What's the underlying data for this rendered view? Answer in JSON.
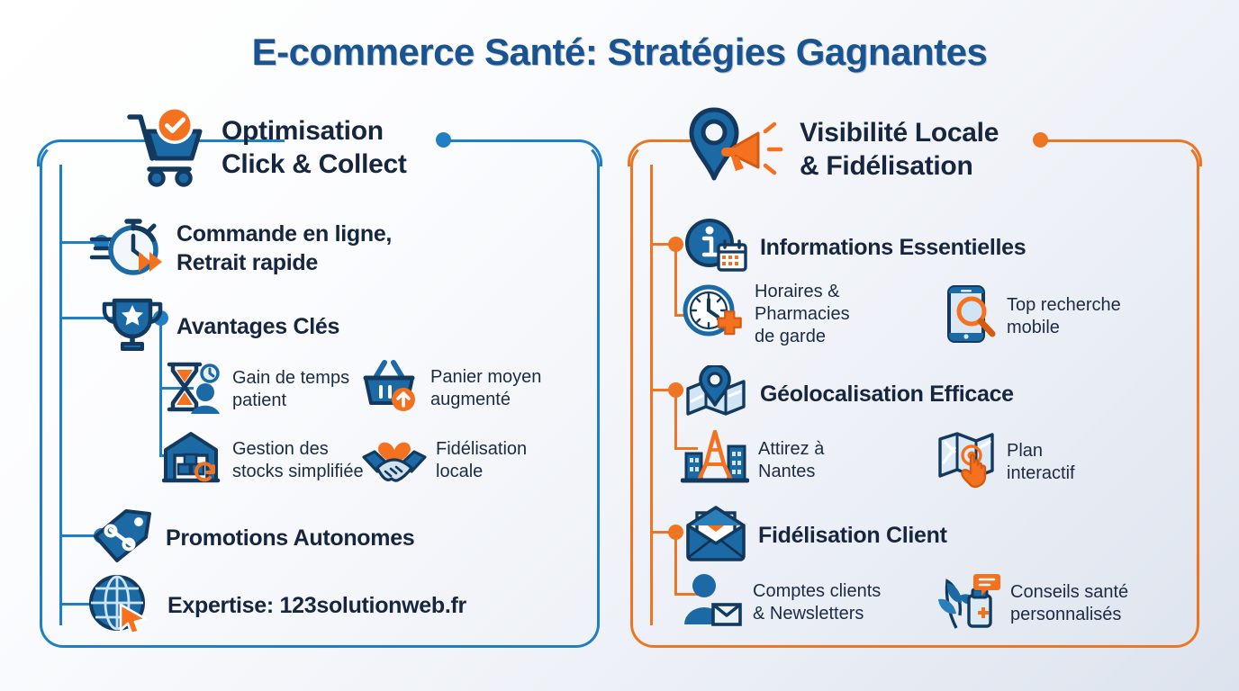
{
  "title": "E-commerce Santé: Stratégies Gagnantes",
  "colors": {
    "blue_accent": "#1f7fc4",
    "orange_accent": "#ee7623",
    "title_blue": "#1a5490",
    "heading_navy": "#16263f",
    "icon_blue": "#1b6aa5",
    "icon_navy": "#133a5e"
  },
  "panels": [
    {
      "id": "left",
      "accent": "#1f7fc4",
      "header": {
        "label": "Optimisation\nClick & Collect",
        "line1": "Optimisation",
        "line2": "Click & Collect",
        "icon": "shopping-cart-check-icon"
      },
      "items": [
        {
          "label": "Commande en ligne,\nRetrait rapide",
          "line1": "Commande en ligne,",
          "line2": "Retrait rapide",
          "icon": "stopwatch-fast-icon",
          "subitems": []
        },
        {
          "label": "Avantages Clés",
          "line1": "Avantages Clés",
          "line2": "",
          "icon": "trophy-star-icon",
          "subitems": [
            {
              "line1": "Gain de temps",
              "line2": "patient",
              "icon": "hourglass-patient-icon"
            },
            {
              "line1": "Panier moyen",
              "line2": "augmenté",
              "icon": "basket-up-arrow-icon"
            },
            {
              "line1": "Gestion des",
              "line2": "stocks simplifiée",
              "icon": "warehouse-refresh-icon"
            },
            {
              "line1": "Fidélisation",
              "line2": "locale",
              "icon": "handshake-heart-icon"
            }
          ]
        },
        {
          "label": "Promotions Autonomes",
          "line1": "Promotions Autonomes",
          "line2": "",
          "icon": "price-tag-percent-icon",
          "subitems": []
        },
        {
          "label": "Expertise: 123solutionweb.fr",
          "line1": "Expertise: 123solutionweb.fr",
          "line2": "",
          "icon": "globe-cursor-icon",
          "subitems": []
        }
      ]
    },
    {
      "id": "right",
      "accent": "#ee7623",
      "header": {
        "label": "Visibilité Locale\n& Fidélisation",
        "line1": "Visibilité Locale",
        "line2": "& Fidélisation",
        "icon": "map-pin-megaphone-icon"
      },
      "items": [
        {
          "label": "Informations Essentielles",
          "line1": "Informations Essentielles",
          "line2": "",
          "icon": "info-calendar-icon",
          "subitems": [
            {
              "line1": "Horaires &",
              "line2": "Pharmacies",
              "line3": "de garde",
              "icon": "clock-pharmacy-cross-icon"
            },
            {
              "line1": "Top recherche",
              "line2": "mobile",
              "icon": "mobile-search-icon"
            }
          ]
        },
        {
          "label": "Géolocalisation Efficace",
          "line1": "Géolocalisation Efficace",
          "line2": "",
          "icon": "folded-map-pin-icon",
          "subitems": [
            {
              "line1": "Attirez à",
              "line2": "Nantes",
              "icon": "city-skyline-tower-icon"
            },
            {
              "line1": "Plan",
              "line2": "interactif",
              "icon": "interactive-map-touch-icon"
            }
          ]
        },
        {
          "label": "Fidélisation Client",
          "line1": "Fidélisation Client",
          "line2": "",
          "icon": "envelope-heart-icon",
          "subitems": [
            {
              "line1": "Comptes clients",
              "line2": "& Newsletters",
              "icon": "user-mail-icon"
            },
            {
              "line1": "Conseils santé",
              "line2": "personnalisés",
              "icon": "plant-medicine-chat-icon"
            }
          ]
        }
      ]
    }
  ]
}
